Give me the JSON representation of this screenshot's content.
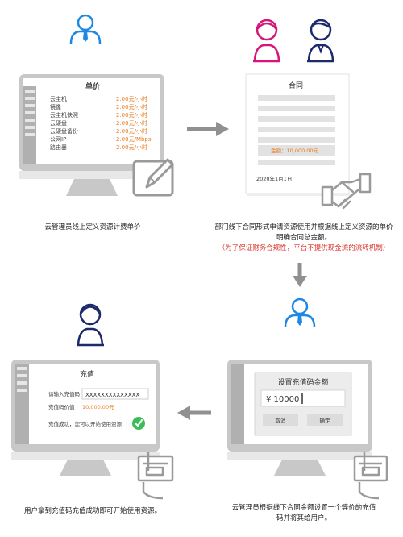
{
  "step1": {
    "price_title": "单价",
    "price_rows": [
      {
        "name": "云主机",
        "price": "2.00元/小时"
      },
      {
        "name": "镜像",
        "price": "2.00元/小时"
      },
      {
        "name": "云主机快照",
        "price": "2.00元/小时"
      },
      {
        "name": "云硬盘",
        "price": "2.00元/小时"
      },
      {
        "name": "云硬盘备份",
        "price": "2.00元/小时"
      },
      {
        "name": "公网IP",
        "price": "2.00元/Mbps"
      },
      {
        "name": "路由器",
        "price": "2.00元/小时"
      }
    ],
    "caption": "云管理员线上定义资源计费单价"
  },
  "step2": {
    "contract_title": "合同",
    "amount_text": "金额：10,000.00元",
    "date_text": "2020年1月1日",
    "caption_line1": "部门线下合同形式申请资源使用并根据线上定义资源的单价",
    "caption_line2": "明确合同总金额。",
    "caption_note": "（为了保证财务合规性，平台不提供现金流的流转机制）"
  },
  "step3": {
    "dialog_title": "设置充值码金额",
    "amount_value": "¥ 10000",
    "cancel_label": "取消",
    "confirm_label": "确定",
    "caption_line1": "云管理员根据线下合同金额设置一个等价的充值",
    "caption_line2": "码并将其给用户。"
  },
  "step4": {
    "recharge_title": "充值",
    "code_label": "请输入充值码",
    "code_value": "XXXXXXXXXXXXXX",
    "value_label": "充值码价值",
    "value_amount": "10,000.00元",
    "success_text": "充值成功，您可以开始使用资源！",
    "caption": "用户拿到充值码充值成功即可开始使用资源。"
  },
  "colors": {
    "admin_blue": "#1e88e5",
    "user_navy": "#1c2a6b",
    "dept_pink": "#d6177a",
    "price_orange": "#e67e22",
    "monitor_gray": "#c8c8c8",
    "success_green": "#3cbc57",
    "note_red": "#d9332a"
  }
}
